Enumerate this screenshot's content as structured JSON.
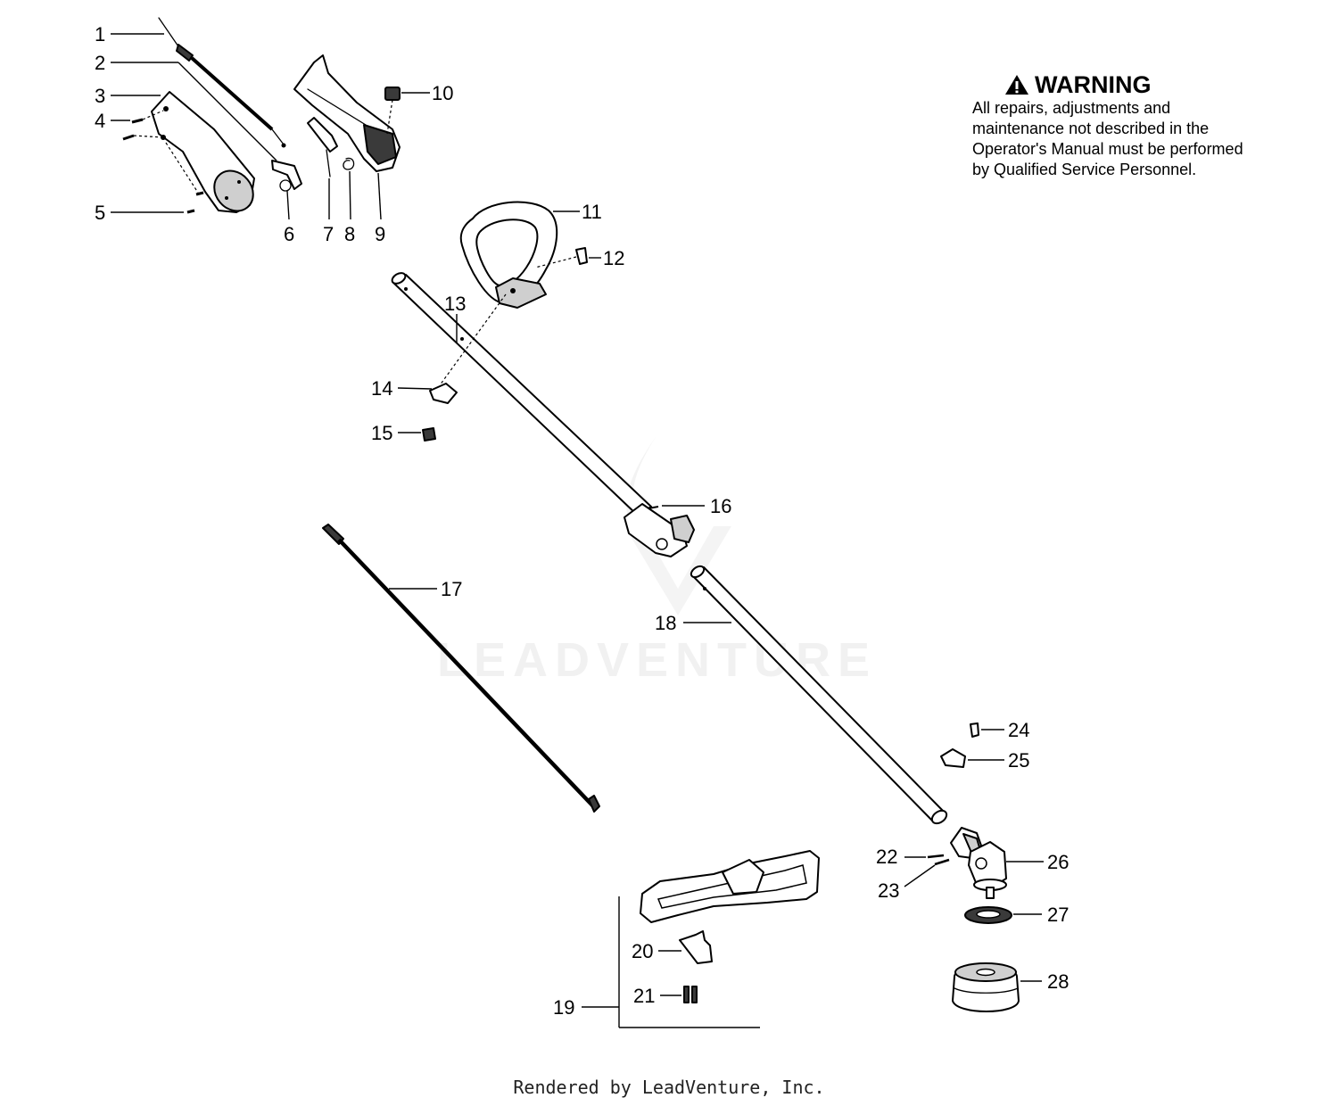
{
  "warning": {
    "title": "WARNING",
    "body": "All repairs, adjustments and maintenance not described in the Operator's Manual must be performed by Qualified Service Personnel."
  },
  "watermark": "LEADVENTURE",
  "footer": "Rendered by LeadVenture, Inc.",
  "callouts": [
    {
      "id": "1",
      "label": "1"
    },
    {
      "id": "2",
      "label": "2"
    },
    {
      "id": "3",
      "label": "3"
    },
    {
      "id": "4",
      "label": "4"
    },
    {
      "id": "5",
      "label": "5"
    },
    {
      "id": "6",
      "label": "6"
    },
    {
      "id": "7",
      "label": "7"
    },
    {
      "id": "8",
      "label": "8"
    },
    {
      "id": "9",
      "label": "9"
    },
    {
      "id": "10",
      "label": "10"
    },
    {
      "id": "11",
      "label": "11"
    },
    {
      "id": "12",
      "label": "12"
    },
    {
      "id": "13",
      "label": "13"
    },
    {
      "id": "14",
      "label": "14"
    },
    {
      "id": "15",
      "label": "15"
    },
    {
      "id": "16",
      "label": "16"
    },
    {
      "id": "17",
      "label": "17"
    },
    {
      "id": "18",
      "label": "18"
    },
    {
      "id": "19",
      "label": "19"
    },
    {
      "id": "20",
      "label": "20"
    },
    {
      "id": "21",
      "label": "21"
    },
    {
      "id": "22",
      "label": "22"
    },
    {
      "id": "23",
      "label": "23"
    },
    {
      "id": "24",
      "label": "24"
    },
    {
      "id": "25",
      "label": "25"
    },
    {
      "id": "26",
      "label": "26"
    },
    {
      "id": "27",
      "label": "27"
    },
    {
      "id": "28",
      "label": "28"
    }
  ]
}
